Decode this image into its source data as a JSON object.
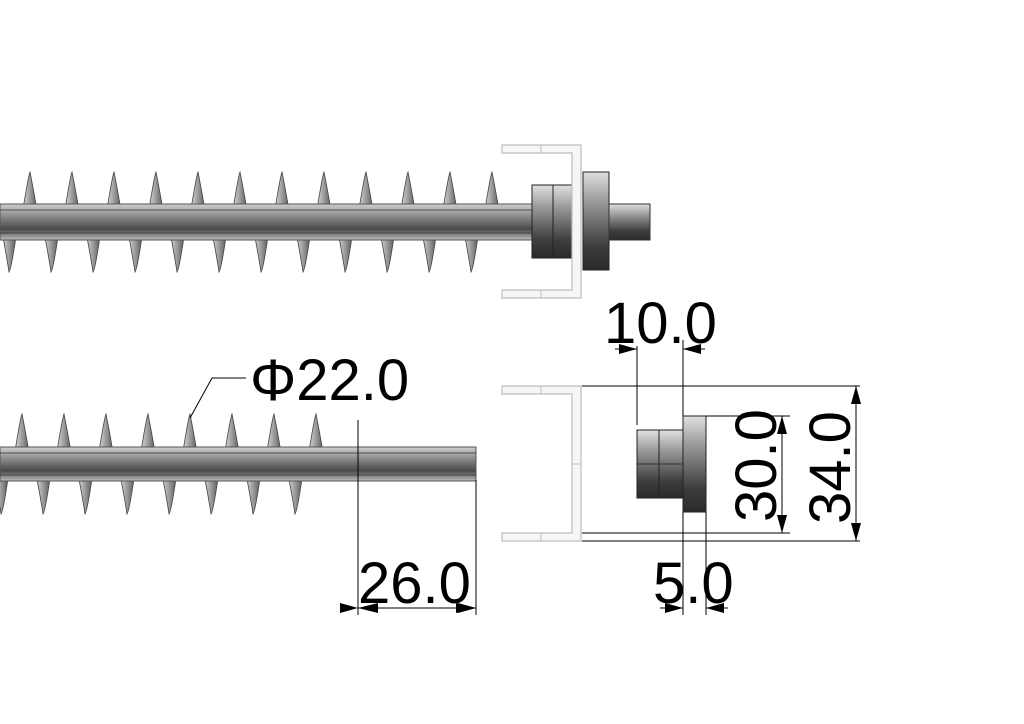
{
  "dimensions": {
    "shaft_diameter": "Φ22.0",
    "shaft_end_length": "26.0",
    "bushing_width": "10.0",
    "flange_width": "5.0",
    "bushing_height": "30.0",
    "housing_height": "34.0"
  },
  "colors": {
    "line": "#000000",
    "housing_stroke": "#c8c8c8",
    "housing_fill": "#f7f7f7",
    "metal_dark": "#3a3a3a",
    "metal_light": "#d8d8d8"
  }
}
